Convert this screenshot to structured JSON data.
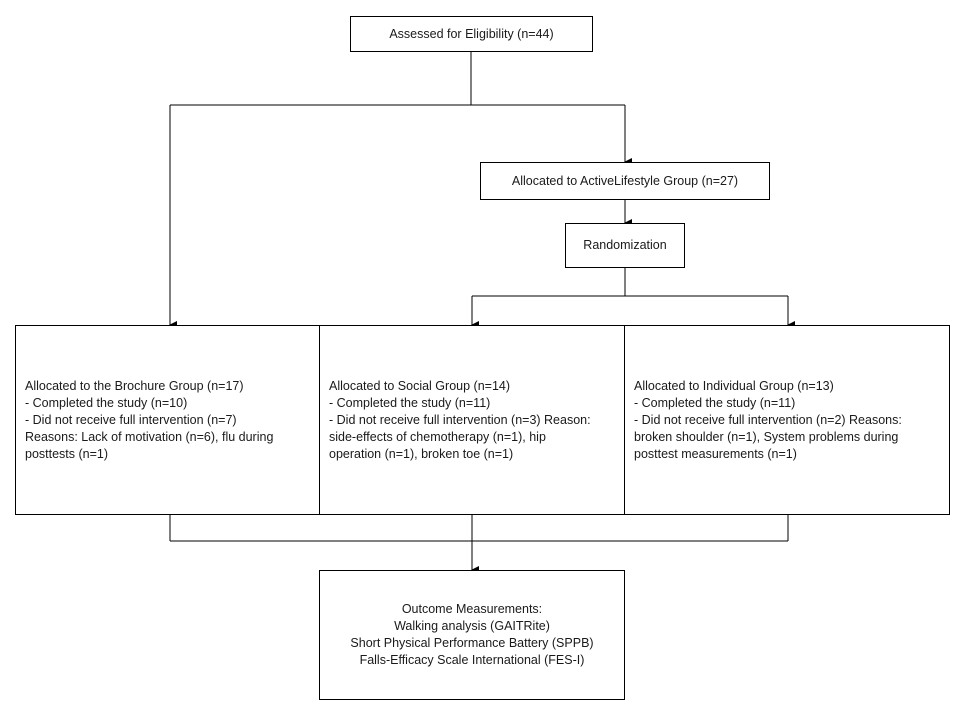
{
  "eligibility": {
    "text": "Assessed for Eligibility (n=44)"
  },
  "active_lifestyle": {
    "text": "Allocated to ActiveLifestyle Group (n=27)"
  },
  "randomization": {
    "text": "Randomization"
  },
  "groups": {
    "brochure": {
      "lines": [
        "Allocated to the Brochure Group (n=17)",
        "- Completed the study (n=10)",
        "- Did not receive full intervention (n=7)",
        "Reasons: Lack of motivation (n=6), flu during",
        "posttests (n=1)"
      ]
    },
    "social": {
      "lines": [
        "Allocated to Social Group (n=14)",
        "- Completed the study (n=11)",
        "- Did not receive full intervention (n=3) Reason:",
        "side-effects of chemotherapy (n=1), hip",
        "operation (n=1), broken toe (n=1)"
      ]
    },
    "individual": {
      "lines": [
        "Allocated to Individual Group (n=13)",
        "- Completed the study (n=11)",
        "- Did not receive full intervention (n=2) Reasons:",
        "broken shoulder (n=1), System problems during",
        "posttest measurements (n=1)"
      ]
    }
  },
  "outcome": {
    "lines": [
      "Outcome Measurements:",
      "Walking analysis (GAITRite)",
      "Short Physical Performance Battery (SPPB)",
      "Falls-Efficacy Scale International (FES-I)"
    ]
  },
  "colors": {
    "line": "#000000",
    "box_border": "#000000",
    "text": "#1a1a1a"
  }
}
